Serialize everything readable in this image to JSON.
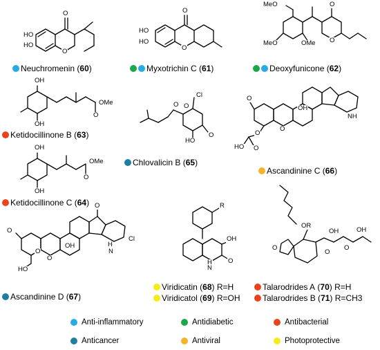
{
  "colors": {
    "anti_inflammatory": "#2aaae2",
    "antidiabetic": "#1ba84a",
    "antibacterial": "#e8431c",
    "anticancer": "#1f7fa0",
    "antiviral": "#f4b42a",
    "photoprotective": "#f7ec1a"
  },
  "compounds": [
    {
      "name": "Neuchromenin",
      "num": "60",
      "activities": [
        "anti_inflammatory"
      ]
    },
    {
      "name": "Myxotrichin C",
      "num": "61",
      "activities": [
        "antidiabetic",
        "anti_inflammatory"
      ]
    },
    {
      "name": "Deoxyfunicone",
      "num": "62",
      "activities": [
        "antidiabetic",
        "anti_inflammatory"
      ]
    },
    {
      "name": "Ketidocillinone B",
      "num": "63",
      "activities": [
        "antibacterial"
      ]
    },
    {
      "name": "Ketidocillinone C",
      "num": "64",
      "activities": [
        "antibacterial"
      ]
    },
    {
      "name": "Chlovalicin B",
      "num": "65",
      "activities": [
        "anticancer"
      ]
    },
    {
      "name": "Ascandinine C",
      "num": "66",
      "activities": [
        "antiviral"
      ]
    },
    {
      "name": "Ascandinine D",
      "num": "67",
      "activities": [
        "anticancer"
      ]
    },
    {
      "name": "Viridicatin",
      "num": "68",
      "suffix": "R=H",
      "activities": [
        "photoprotective"
      ]
    },
    {
      "name": "Viridicatol",
      "num": "69",
      "suffix": "R=OH",
      "activities": [
        "photoprotective"
      ]
    },
    {
      "name": "Talarodrides A",
      "num": "70",
      "suffix": "R=H",
      "activities": [
        "antibacterial"
      ]
    },
    {
      "name": "Talarodrides  B",
      "num": "71",
      "suffix": "R=CH3",
      "activities": [
        "antibacterial"
      ]
    }
  ],
  "atom_labels": {
    "oh": "OH",
    "ho": "HO",
    "o": "O",
    "ome": "OMe",
    "meo": "MeO",
    "cl": "Cl",
    "nh": "NH",
    "h": "H",
    "n": "N",
    "r": "R",
    "or": "OR"
  },
  "legend": [
    {
      "key": "anti_inflammatory",
      "label": "Anti-inflammatory"
    },
    {
      "key": "antidiabetic",
      "label": "Antidiabetic"
    },
    {
      "key": "antibacterial",
      "label": "Antibacterial"
    },
    {
      "key": "anticancer",
      "label": "Anticancer"
    },
    {
      "key": "antiviral",
      "label": "Antiviral"
    },
    {
      "key": "photoprotective",
      "label": "Photoprotective"
    }
  ]
}
